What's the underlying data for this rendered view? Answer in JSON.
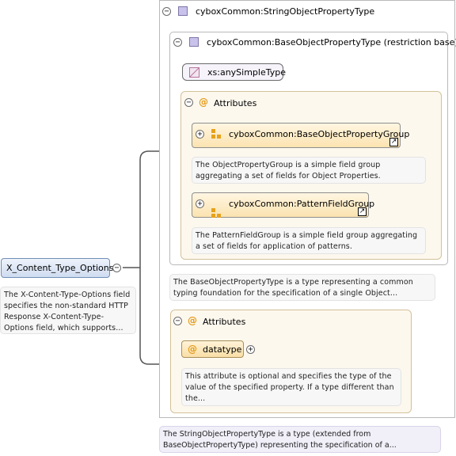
{
  "root_element": {
    "name": "X_Content_Type_Options",
    "doc": "The X-Content-Type-Options field specifies the non-standard HTTP Response X-Content-Type-Options field, which supports..."
  },
  "outer_type": {
    "name": "cyboxCommon:StringObjectPropertyType",
    "doc": "The StringObjectPropertyType is a type (extended from BaseObjectPropertyType) representing the specification of a..."
  },
  "base_type": {
    "name": "cyboxCommon:BaseObjectPropertyType (restriction base)",
    "doc": "The BaseObjectPropertyType is a type representing a common typing foundation for the specification of a single Object...",
    "simple_type": "xs:anySimpleType"
  },
  "base_attributes": {
    "title": "Attributes",
    "groups": [
      {
        "name": "cyboxCommon:BaseObjectPropertyGroup",
        "doc": "The ObjectPropertyGroup is a simple field group aggregating a set of fields for Object Properties."
      },
      {
        "name": "cyboxCommon:PatternFieldGroup",
        "doc": "The PatternFieldGroup is a simple field group aggregating a set of fields for application of patterns."
      }
    ]
  },
  "ext_attributes": {
    "title": "Attributes",
    "attribute": {
      "name": "datatype",
      "doc": "This attribute is optional and specifies the type of the value of the specified property. If a type different than the..."
    }
  },
  "glyphs": {
    "expand": "+",
    "collapse": "−",
    "at": "@",
    "link": "↗"
  },
  "colors": {
    "connector": "#555555",
    "element_fill": "#dbe6f6",
    "attribute_fill": "#fbe3b0",
    "type_icon": "#c9c2ea",
    "at_color": "#e39b1b"
  },
  "icons": [
    "type-icon",
    "attribute-group-icon",
    "link-icon",
    "at-icon",
    "collapse-icon",
    "expand-icon"
  ]
}
